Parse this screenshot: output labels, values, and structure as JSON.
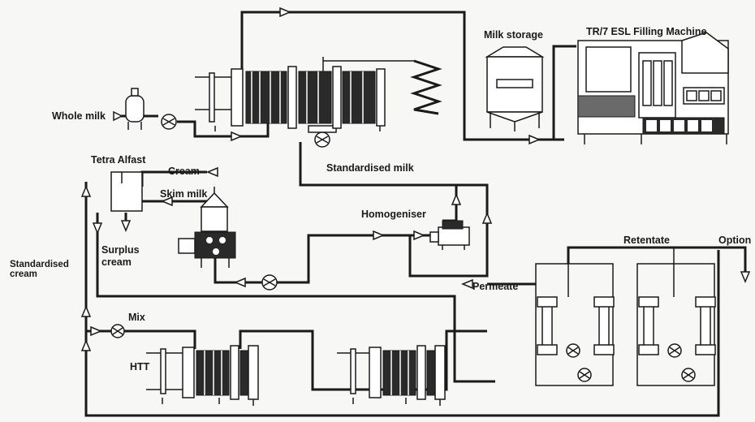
{
  "labels": {
    "whole_milk": "Whole milk",
    "tetra_alfast": "Tetra Alfast",
    "cream": "Cream",
    "skim_milk": "Skim milk",
    "surplus_cream_1": "Surplus",
    "surplus_cream_2": "cream",
    "standardised_cream_1": "Standardised",
    "standardised_cream_2": "cream",
    "standardised_milk": "Standardised milk",
    "milk_storage": "Milk storage",
    "filling_machine": "TR/7 ESL Filling Machine",
    "homogeniser": "Homogeniser",
    "retentate": "Retentate",
    "option": "Option",
    "permeate": "Permeate",
    "mix": "Mix",
    "htt": "HTT"
  }
}
